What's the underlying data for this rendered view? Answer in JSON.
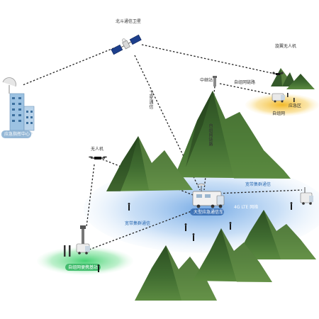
{
  "labels": {
    "satellite": "北斗通信卫星",
    "command_center": "应急指挥中心",
    "satellite_link": "卫星通信",
    "backhaul_link": "自组网链路",
    "relay_station": "中继站",
    "relay_link": "自组网链路",
    "drone_top": "旋翼无人机",
    "area_top": "应急区",
    "adhoc_top": "自组网",
    "drone_left": "无人机",
    "vehicle": "大型应急通信车",
    "lte_range": "4G LTE 网络",
    "cluster_right": "宽带集群通信",
    "cluster_left": "宽带集群通信",
    "portable_station": "自组网便携基站"
  },
  "colors": {
    "mountain_dark": "#274a1f",
    "mountain_mid": "#3f6b30",
    "mountain_light": "#6f9a4f",
    "lte_zone": "#7fb0e6",
    "green_zone": "#52d07a",
    "yellow_zone": "#f5c243",
    "link_line": "#222222",
    "building": "#8cb6d8"
  }
}
